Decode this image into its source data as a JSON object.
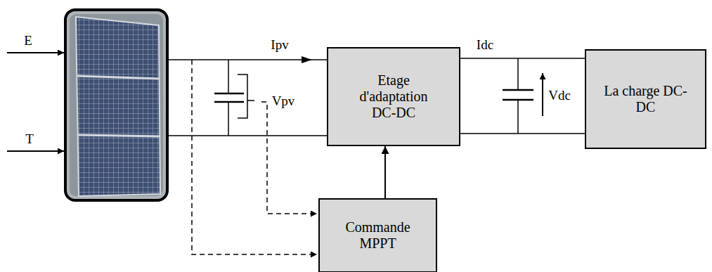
{
  "diagram": {
    "nodes": [
      {
        "text": [
          "Etage d'adaptation DC-DC"
        ]
      },
      {
        "text": [
          "La charge DC-DC"
        ]
      },
      {
        "text": [
          "Commande MPPT"
        ]
      }
    ],
    "edges": [
      {
        "from": 0,
        "to": 1,
        "arrow": "none"
      },
      {
        "from": 0,
        "to": 1,
        "arrow": "none"
      },
      {
        "from": 2,
        "to": 0,
        "arrow": "to"
      }
    ],
    "labels": [
      "E",
      "T",
      "Ipv",
      "Vpv",
      "Idc",
      "Vdc"
    ]
  }
}
